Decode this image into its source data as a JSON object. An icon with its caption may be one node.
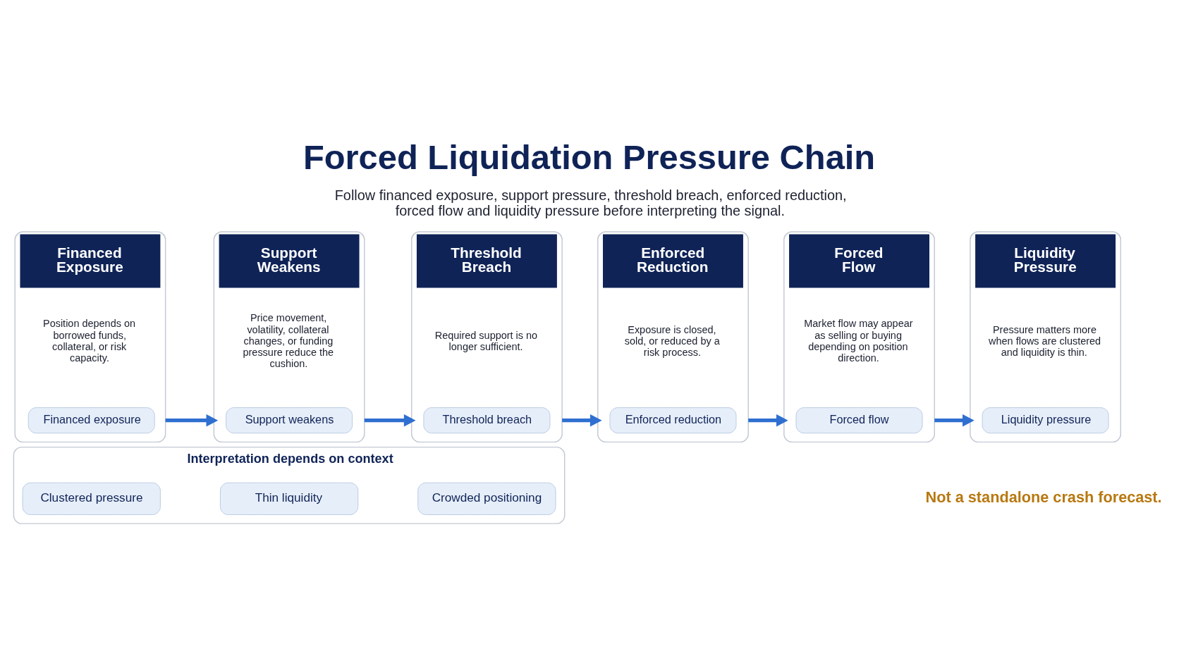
{
  "diagram": {
    "title": "Forced Liquidation Pressure Chain",
    "caption": "Follow financed exposure, support pressure, threshold breach, enforced reduction, forced flow and liquidity pressure before interpreting the signal.",
    "nodes": [
      {
        "text": [
          "Financed Exposure",
          "Position depends on borrowed funds, collateral, or risk capacity."
        ]
      },
      {
        "text": [
          "Financed exposure"
        ],
        "in": 0
      },
      {
        "text": [
          "Support Weakens",
          "Price movement, volatility, collateral changes, or funding pressure reduce the cushion."
        ]
      },
      {
        "text": [
          "Support weakens"
        ],
        "in": 2
      },
      {
        "text": [
          "Threshold Breach",
          "Required support is no longer sufficient."
        ]
      },
      {
        "text": [
          "Threshold breach"
        ],
        "in": 4
      },
      {
        "text": [
          "Enforced Reduction",
          "Exposure is closed, sold, or reduced by a risk process."
        ]
      },
      {
        "text": [
          "Enforced reduction"
        ],
        "in": 6
      },
      {
        "text": [
          "Forced Flow",
          "Market flow may appear as selling or buying depending on position direction."
        ]
      },
      {
        "text": [
          "Forced flow"
        ],
        "in": 8
      },
      {
        "text": [
          "Liquidity Pressure",
          "Pressure matters more when flows are clustered and liquidity is thin."
        ]
      },
      {
        "text": [
          "Liquidity pressure"
        ],
        "in": 10
      },
      {
        "text": [
          "Interpretation depends on context"
        ]
      },
      {
        "text": [
          "Clustered pressure"
        ],
        "in": 12
      },
      {
        "text": [
          "Thin liquidity"
        ],
        "in": 12
      },
      {
        "text": [
          "Crowded positioning"
        ],
        "in": 12
      }
    ],
    "edges": [
      {
        "from": 0,
        "to": 2,
        "arrow": "to"
      },
      {
        "from": 2,
        "to": 4,
        "arrow": "to"
      },
      {
        "from": 4,
        "to": 6,
        "arrow": "to"
      },
      {
        "from": 6,
        "to": 8,
        "arrow": "to"
      },
      {
        "from": 8,
        "to": 10,
        "arrow": "to"
      }
    ],
    "labels": [
      "Not a standalone crash forecast."
    ]
  }
}
